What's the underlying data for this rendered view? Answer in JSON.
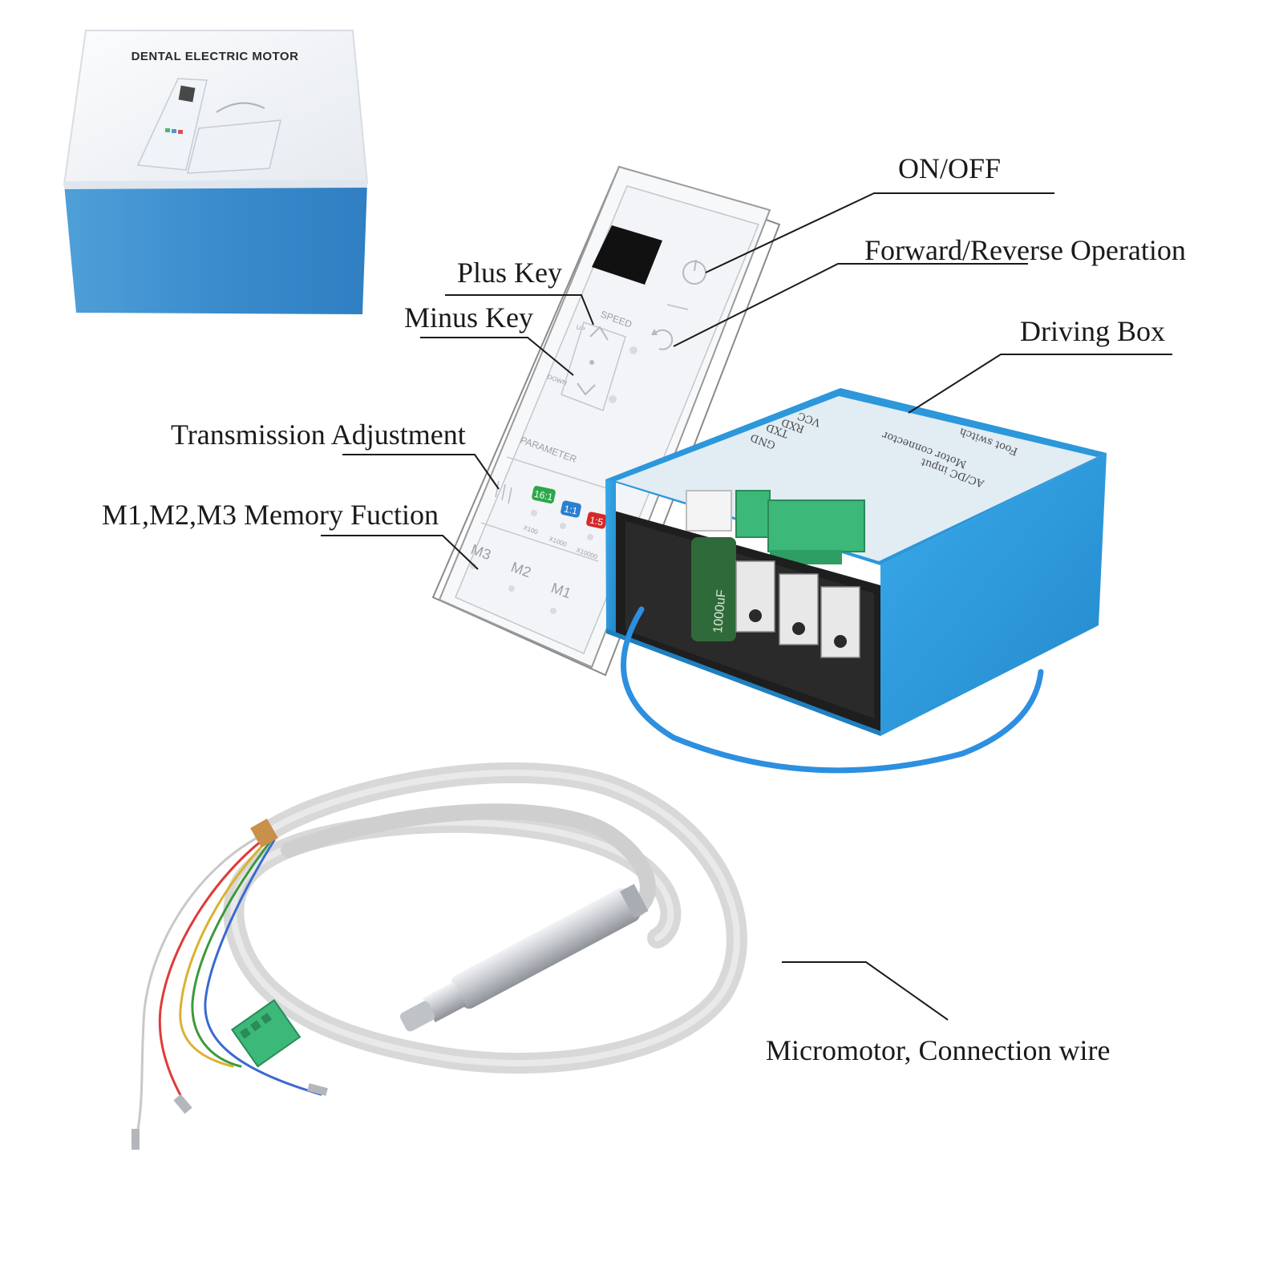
{
  "box": {
    "title": "DENTAL ELECTRIC MOTOR"
  },
  "callouts": {
    "on_off": "ON/OFF",
    "forward_reverse": "Forward/Reverse Operation",
    "plus_key": "Plus Key",
    "minus_key": "Minus Key",
    "driving_box": "Driving Box",
    "transmission": "Transmission Adjustment",
    "memory": "M1,M2,M3 Memory Fuction",
    "micromotor": "Micromotor, Connection wire"
  },
  "panel": {
    "speed": "SPEED",
    "up": "UP",
    "down": "DOWN",
    "parameter": "PARAMETER",
    "ratio_1": "16:1",
    "ratio_2": "1:1",
    "ratio_3": "1:5",
    "mult_1": "X100",
    "mult_2": "X1000",
    "mult_3": "X10000",
    "m3": "M3",
    "m2": "M2",
    "m1": "M1"
  },
  "driving_box_labels": {
    "gnd": "GND",
    "txd": "TXD",
    "rxd": "RXD",
    "vcc": "VCC",
    "input": "AC/DC input",
    "connector": "Motor connector",
    "foot": "Foot switch",
    "capacitor": "1000uF"
  },
  "colors": {
    "box_blue": "#3c8fd0",
    "alu_blue": "#2f9ee0",
    "terminal_green": "#3cb878",
    "cable_grey": "#d8d8d8",
    "badge_green": "#2aa84a",
    "badge_blue": "#2a7fd0",
    "badge_red": "#d62828"
  }
}
